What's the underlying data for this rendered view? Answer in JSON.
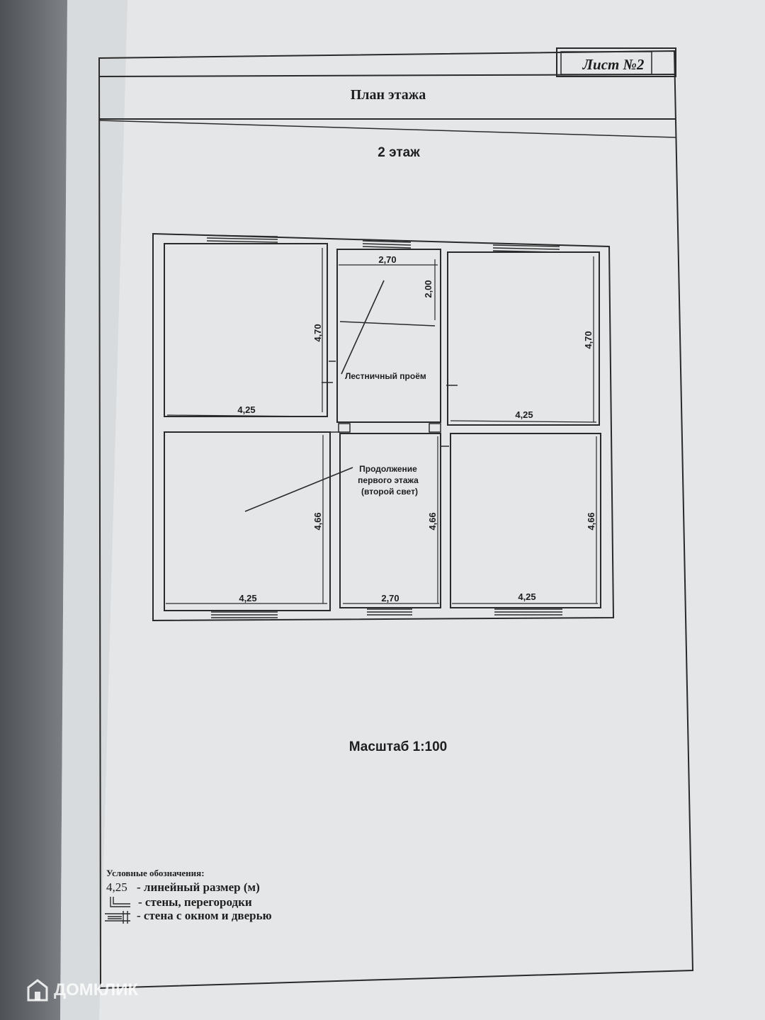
{
  "sheet_label": "Лист №2",
  "title": "План этажа",
  "floor_label": "2 этаж",
  "dimensions": {
    "top_left_h": "4,70",
    "top_left_w": "4,25",
    "stair_w": "2,70",
    "stair_h": "2,00",
    "top_right_h": "4,70",
    "top_right_w": "4,25",
    "bottom_left_h": "4,66",
    "bottom_left_w": "4,25",
    "corridor_h": "4,66",
    "corridor_w": "2,70",
    "bottom_right_h": "4,66",
    "bottom_right_w": "4,25"
  },
  "annotations": {
    "stair_opening": "Лестничный проём",
    "continuation_line1": "Продолжение",
    "continuation_line2": "первого этажа",
    "continuation_line3": "(второй свет)"
  },
  "scale_label": "Масштаб 1:100",
  "legend": {
    "title": "Условные обозначения:",
    "item1_sample": "4,25",
    "item1_text": "- линейный размер (м)",
    "item2_text": "- стены, перегородки",
    "item3_text": "- стена с окном и дверью"
  },
  "watermark": "ДОМКЛИК"
}
